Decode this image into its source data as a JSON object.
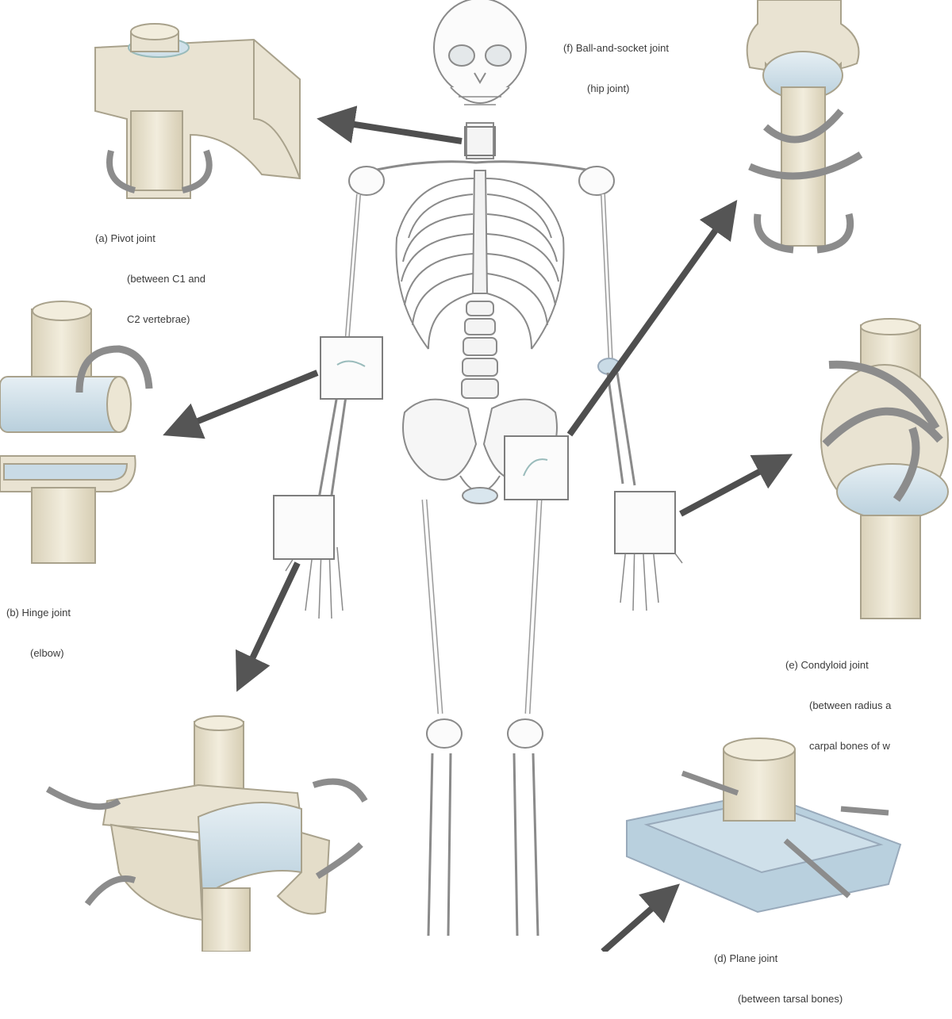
{
  "labels": {
    "pivot": [
      "(a) Pivot joint",
      "(between C1 and",
      "C2 vertebrae)"
    ],
    "hinge": [
      "(b) Hinge joint",
      "(elbow)"
    ],
    "ball": [
      "(f) Ball-and-socket joint",
      "(hip joint)"
    ],
    "condyloid": [
      "(e) Condyloid joint",
      "(between radius a",
      "carpal bones of w"
    ],
    "plane": [
      "(d) Plane joint",
      "(between tarsal bones)"
    ]
  },
  "colors": {
    "bone": "#e9e3d2",
    "bone_shadow": "#cfc6ad",
    "cartilage": "#c9dbe6",
    "arrow": "#595959",
    "outline": "#8c8c8c"
  }
}
